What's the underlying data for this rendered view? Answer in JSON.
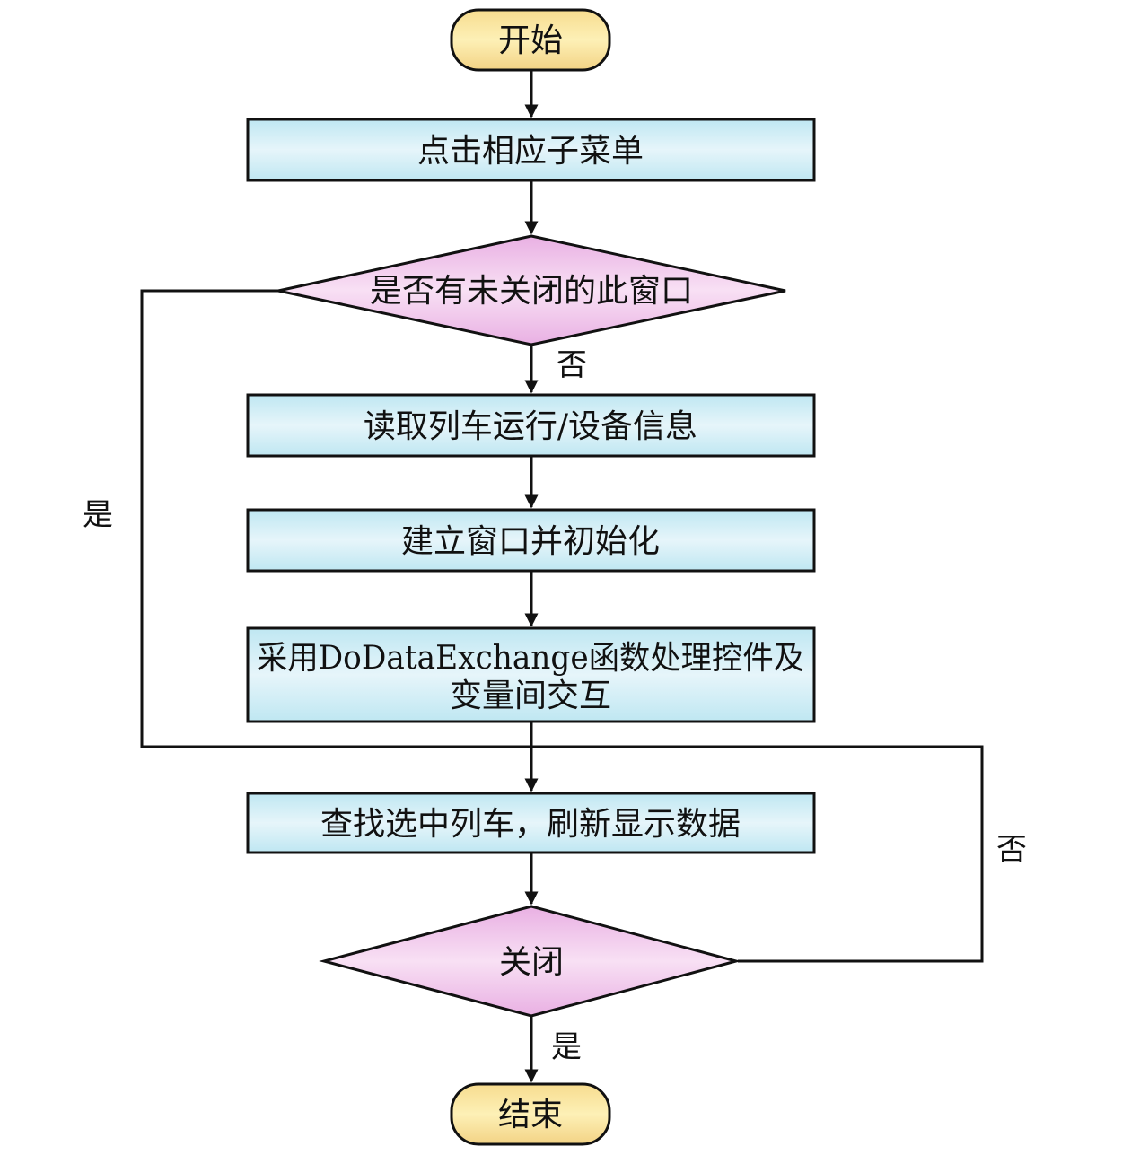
{
  "diagram": {
    "type": "flowchart",
    "colors": {
      "terminal_fill_top": "#fdeeb0",
      "terminal_fill_bottom": "#f5d888",
      "process_fill_top": "#c4eaf3",
      "process_fill_mid": "#e4f4f9",
      "decision_fill_edge": "#ecb7e6",
      "decision_fill_mid": "#f7dcf3",
      "stroke": "#111111"
    },
    "nodes": {
      "start": {
        "shape": "terminal",
        "text": "开始"
      },
      "click_submenu": {
        "shape": "process",
        "text": "点击相应子菜单"
      },
      "check_open_window": {
        "shape": "decision",
        "text": "是否有未关闭的此窗口"
      },
      "read_info": {
        "shape": "process",
        "text": "读取列车运行/设备信息"
      },
      "create_window": {
        "shape": "process",
        "text": "建立窗口并初始化"
      },
      "dde": {
        "shape": "process",
        "text_line1": "采用DoDataExchange函数处理控件及",
        "text_line2": "变量间交互"
      },
      "find_refresh": {
        "shape": "process",
        "text": "查找选中列车，刷新显示数据"
      },
      "close_check": {
        "shape": "decision",
        "text": "关闭"
      },
      "end": {
        "shape": "terminal",
        "text": "结束"
      }
    },
    "edges": [
      {
        "from": "start",
        "to": "click_submenu",
        "label": ""
      },
      {
        "from": "click_submenu",
        "to": "check_open_window",
        "label": ""
      },
      {
        "from": "check_open_window",
        "to": "read_info",
        "label": "否"
      },
      {
        "from": "check_open_window",
        "to": "find_refresh",
        "label": "是"
      },
      {
        "from": "read_info",
        "to": "create_window",
        "label": ""
      },
      {
        "from": "create_window",
        "to": "dde",
        "label": ""
      },
      {
        "from": "dde",
        "to": "find_refresh",
        "label": ""
      },
      {
        "from": "find_refresh",
        "to": "close_check",
        "label": ""
      },
      {
        "from": "close_check",
        "to": "find_refresh",
        "label": "否"
      },
      {
        "from": "close_check",
        "to": "end",
        "label": "是"
      }
    ],
    "edge_labels": {
      "no_after_check": "否",
      "yes_left_loop": "是",
      "no_right_loop": "否",
      "yes_to_end": "是"
    }
  }
}
